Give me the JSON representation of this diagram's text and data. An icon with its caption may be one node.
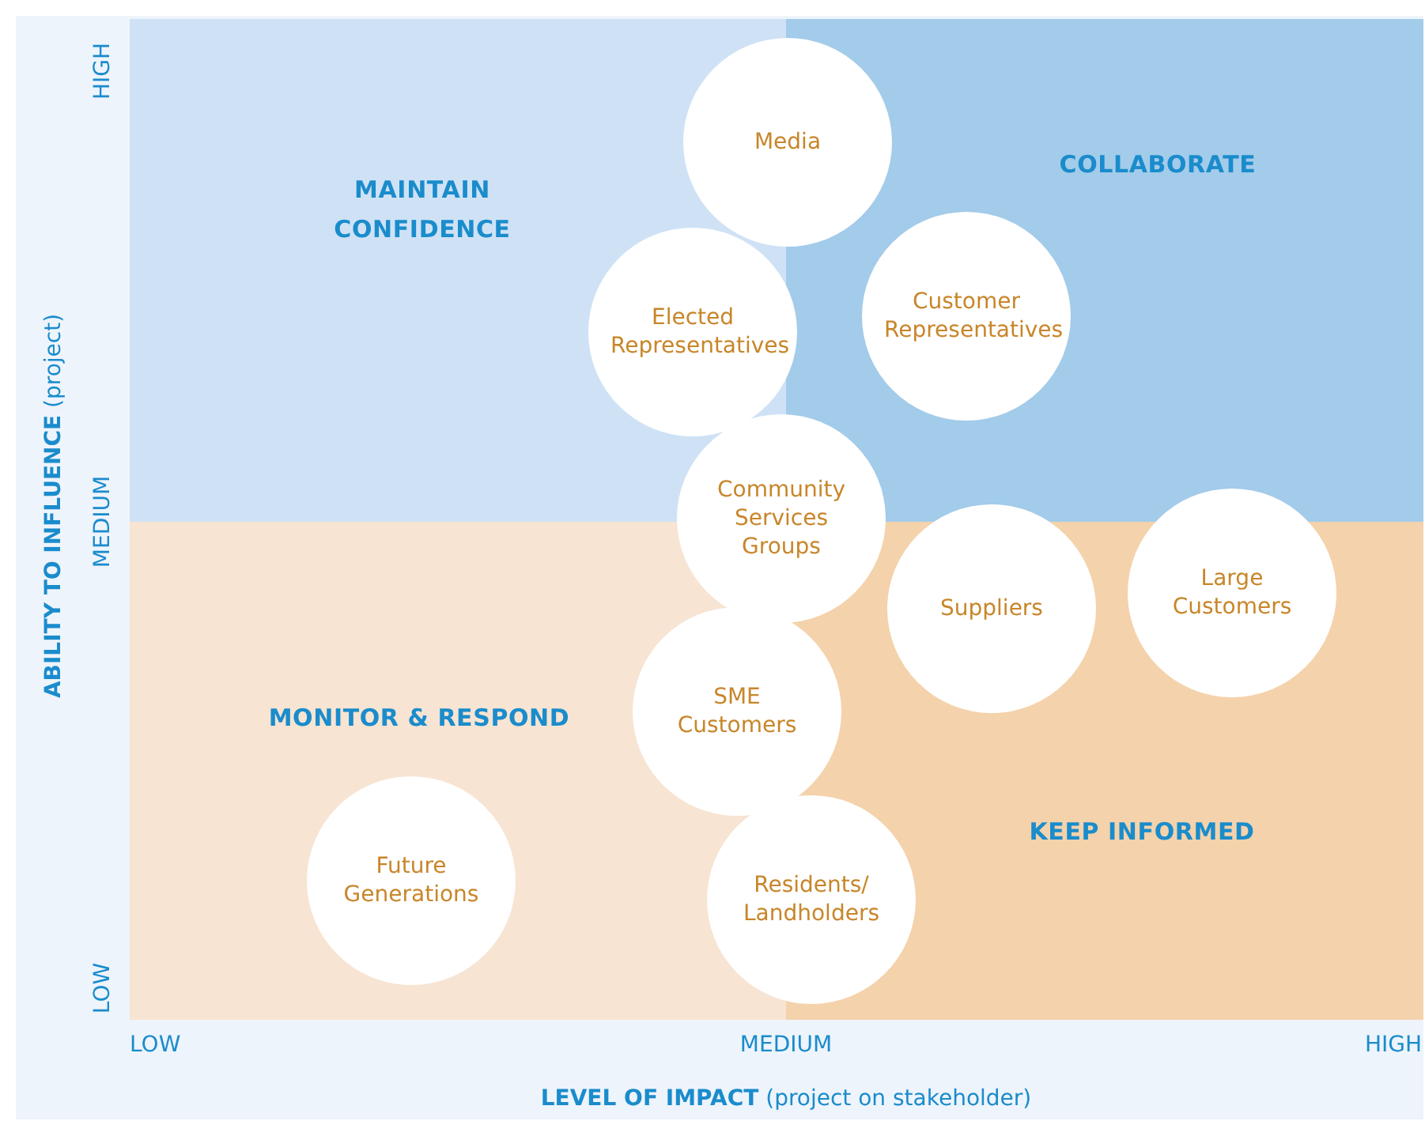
{
  "diagram": {
    "nodes": [
      {
        "text": [
          "Media"
        ]
      },
      {
        "text": [
          "Elected Representatives"
        ]
      },
      {
        "text": [
          "Customer Representatives"
        ]
      },
      {
        "text": [
          "Community Services Groups"
        ]
      },
      {
        "text": [
          "Large Customers"
        ]
      },
      {
        "text": [
          "Suppliers"
        ]
      },
      {
        "text": [
          "SME Customers"
        ]
      },
      {
        "text": [
          "Future Generations"
        ]
      },
      {
        "text": [
          "Residents/ Landholders"
        ]
      }
    ],
    "labels": [
      "HIGH",
      "MAINTAIN CONFIDENCE",
      "COLLABORATE",
      "**ABILITY TO INFLUENCE** (project)",
      "MEDIUM",
      "MONITOR & RESPOND",
      "KEEP INFORMED",
      "LOW",
      "LOW",
      "MEDIUM",
      "HIGH",
      "**LEVEL OF IMPACT** (project on stakeholder)"
    ]
  }
}
